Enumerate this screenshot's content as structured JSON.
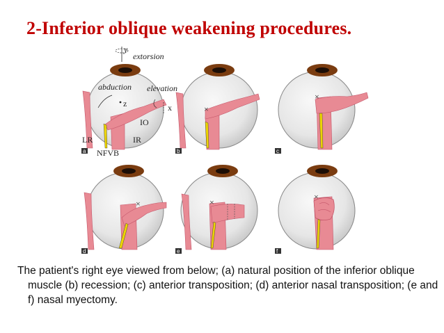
{
  "slide": {
    "title": "2-Inferior oblique weakening procedures."
  },
  "figure": {
    "labels": {
      "y": "y",
      "extorsion": "extorsion",
      "abduction": "abduction",
      "elevation": "elevation",
      "z": "z",
      "x": "x",
      "io": "IO",
      "lr": "LR",
      "ir": "IR",
      "nfvb": "NFVB"
    },
    "panels": [
      "a",
      "b",
      "c",
      "d",
      "e",
      "f"
    ],
    "colors": {
      "muscle": "#e88a94",
      "muscle_dark": "#c4566a",
      "iris": "#7a3c10",
      "pupil": "#1c0e06",
      "globe_light": "#f6f6f6",
      "globe_dark": "#cfcfcf",
      "nerve": "#ecd400",
      "title": "#c00000"
    }
  },
  "caption": {
    "text": "The patient's right eye viewed from below; (a) natural position of the inferior oblique muscle (b) recession; (c) anterior transposition; (d) anterior nasal transposition; (e and f) nasal myectomy."
  }
}
